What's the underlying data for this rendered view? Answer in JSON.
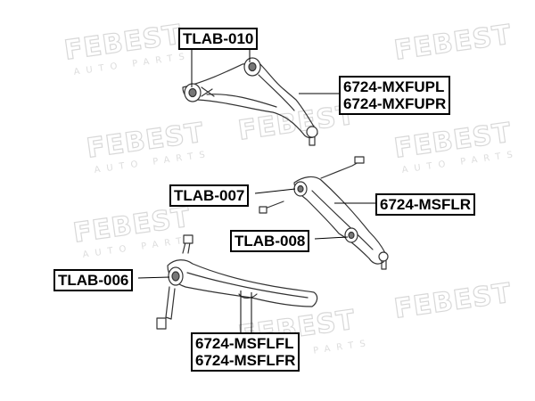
{
  "watermark": {
    "brand": "FEBEST",
    "subtitle": "AUTO PARTS"
  },
  "parts": {
    "upper_arm": {
      "lines": [
        "6724-MXFUPL",
        "6724-MXFUPR"
      ]
    },
    "rear_arm": {
      "lines": [
        "6724-MSFLR"
      ]
    },
    "front_lower_arm": {
      "lines": [
        "6724-MSFLFL",
        "6724-MSFLFR"
      ]
    }
  },
  "bushings": {
    "upper": "TLAB-010",
    "rear_inner": "TLAB-007",
    "rear_outer": "TLAB-008",
    "front": "TLAB-006"
  },
  "colors": {
    "ink": "#000000",
    "watermark": "#d8d8d8"
  }
}
